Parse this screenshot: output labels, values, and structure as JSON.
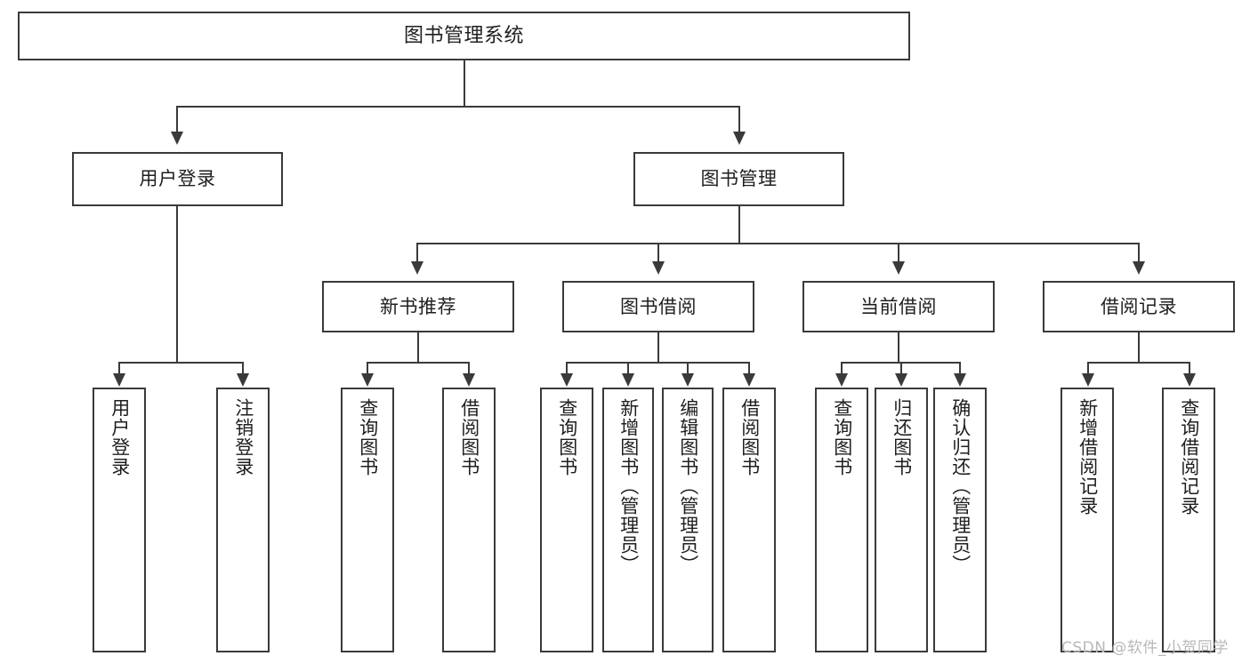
{
  "diagram": {
    "title": "图书管理系统",
    "watermark": "CSDN @软件_小贺同学",
    "root": {
      "label": "图书管理系统"
    },
    "level2": [
      {
        "label": "用户登录"
      },
      {
        "label": "图书管理"
      }
    ],
    "level3": [
      {
        "label": "新书推荐"
      },
      {
        "label": "图书借阅"
      },
      {
        "label": "当前借阅"
      },
      {
        "label": "借阅记录"
      }
    ],
    "leaves": {
      "user_login": [
        {
          "label": "用户登录"
        },
        {
          "label": "注销登录"
        }
      ],
      "new_book": [
        {
          "label": "查询图书"
        },
        {
          "label": "借阅图书"
        }
      ],
      "book_borrow": [
        {
          "label": "查询图书"
        },
        {
          "label": "新增图书（管理员）"
        },
        {
          "label": "编辑图书（管理员）"
        },
        {
          "label": "借阅图书"
        }
      ],
      "current_borrow": [
        {
          "label": "查询图书"
        },
        {
          "label": "归还图书"
        },
        {
          "label": "确认归还（管理员）"
        }
      ],
      "borrow_record": [
        {
          "label": "新增借阅记录"
        },
        {
          "label": "查询借阅记录"
        }
      ]
    },
    "colors": {
      "stroke": "#3a3a3a",
      "fill": "#ffffff",
      "text": "#1f1f1f",
      "watermark": "#b8b8b8"
    }
  }
}
